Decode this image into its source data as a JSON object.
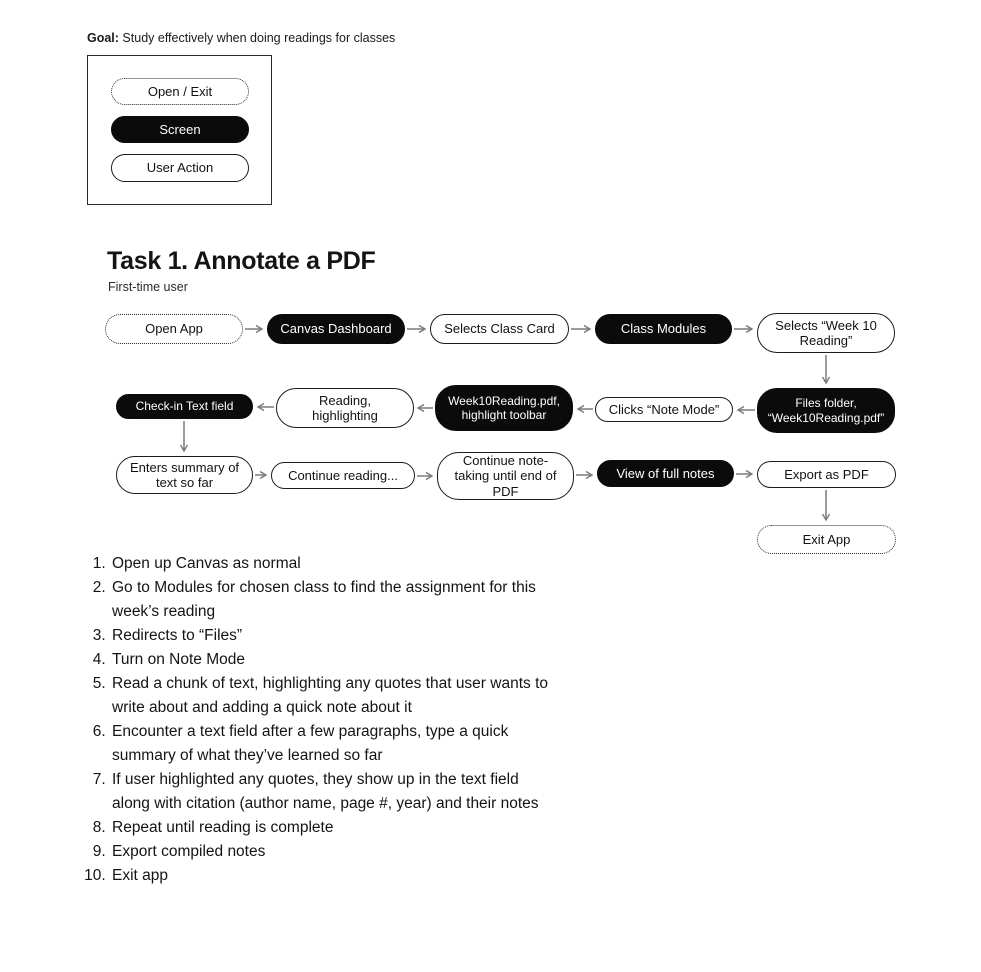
{
  "goal": {
    "label": "Goal:",
    "text": " Study effectively when doing readings for classes"
  },
  "legend": {
    "open_exit": "Open / Exit",
    "screen": "Screen",
    "user_action": "User Action"
  },
  "task": {
    "title": "Task 1. Annotate a PDF",
    "subtitle": "First-time user"
  },
  "flowchart": {
    "nodes": [
      {
        "id": "open-app",
        "style": "dotted",
        "label": "Open App"
      },
      {
        "id": "canvas-dashboard",
        "style": "black",
        "label": "Canvas Dashboard"
      },
      {
        "id": "selects-class-card",
        "style": "solid",
        "label": "Selects Class Card"
      },
      {
        "id": "class-modules",
        "style": "black",
        "label": "Class Modules"
      },
      {
        "id": "selects-week10",
        "style": "solid",
        "label": "Selects “Week 10\nReading”"
      },
      {
        "id": "files-folder",
        "style": "black",
        "label": "Files folder,\n“Week10Reading.pdf”"
      },
      {
        "id": "clicks-note-mode",
        "style": "solid",
        "label": "Clicks “Note Mode”"
      },
      {
        "id": "week10-toolbar",
        "style": "black",
        "label": "Week10Reading.pdf,\nhighlight toolbar"
      },
      {
        "id": "reading-highlighting",
        "style": "solid",
        "label": "Reading,\nhighlighting"
      },
      {
        "id": "checkin-text-field",
        "style": "black",
        "label": "Check-in Text field"
      },
      {
        "id": "enters-summary",
        "style": "solid",
        "label": "Enters summary of\ntext so far"
      },
      {
        "id": "continue-reading",
        "style": "solid",
        "label": "Continue reading..."
      },
      {
        "id": "continue-note-taking",
        "style": "solid",
        "label": "Continue note-\ntaking until end of\nPDF"
      },
      {
        "id": "view-full-notes",
        "style": "black",
        "label": "View of full notes"
      },
      {
        "id": "export-as-pdf",
        "style": "solid",
        "label": "Export as PDF"
      },
      {
        "id": "exit-app",
        "style": "dotted",
        "label": "Exit App"
      }
    ]
  },
  "steps": [
    "Open up Canvas as normal",
    "Go to Modules for chosen class to find the assignment for this week’s reading",
    "Redirects to “Files”",
    "Turn on Note Mode",
    "Read a chunk of text, highlighting any quotes that user wants to write about and adding a quick note about it",
    "Encounter a text field after a few paragraphs, type a quick summary of what they’ve learned so far",
    "If user highlighted any quotes, they show up in the text field along with citation (author name, page #, year) and their notes",
    "Repeat until reading is complete",
    "Export compiled notes",
    "Exit app"
  ],
  "colors": {
    "node_black": "#0b0b0b",
    "arrow_gray": "#7a7a7a",
    "background": "#ffffff"
  }
}
